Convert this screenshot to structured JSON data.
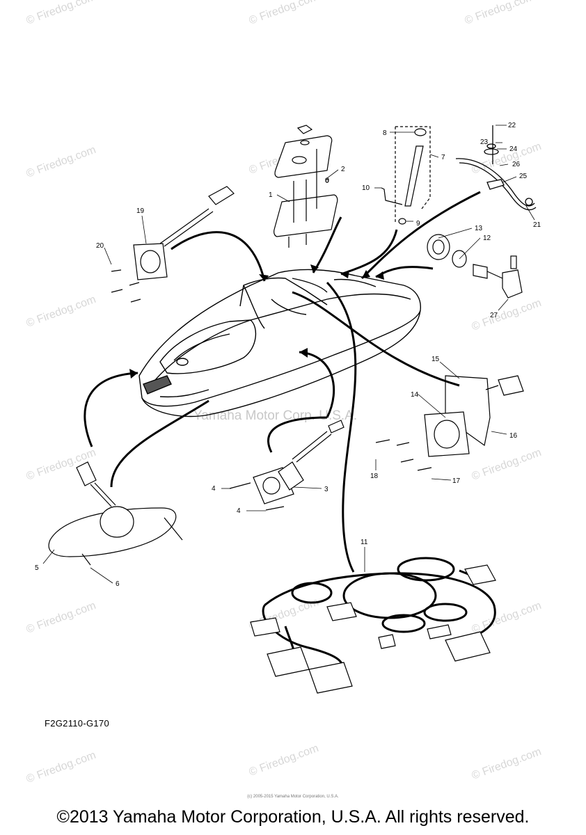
{
  "diagram": {
    "callouts": [
      {
        "id": "c1",
        "text": "1"
      },
      {
        "id": "c2",
        "text": "2"
      },
      {
        "id": "c3",
        "text": "3"
      },
      {
        "id": "c4a",
        "text": "4"
      },
      {
        "id": "c4b",
        "text": "4"
      },
      {
        "id": "c5",
        "text": "5"
      },
      {
        "id": "c6",
        "text": "6"
      },
      {
        "id": "c7",
        "text": "7"
      },
      {
        "id": "c8",
        "text": "8"
      },
      {
        "id": "c9",
        "text": "9"
      },
      {
        "id": "c10",
        "text": "10"
      },
      {
        "id": "c11",
        "text": "11"
      },
      {
        "id": "c12",
        "text": "12"
      },
      {
        "id": "c13",
        "text": "13"
      },
      {
        "id": "c14",
        "text": "14"
      },
      {
        "id": "c15",
        "text": "15"
      },
      {
        "id": "c16",
        "text": "16"
      },
      {
        "id": "c17",
        "text": "17"
      },
      {
        "id": "c18",
        "text": "18"
      },
      {
        "id": "c19",
        "text": "19"
      },
      {
        "id": "c20",
        "text": "20"
      },
      {
        "id": "c21",
        "text": "21"
      },
      {
        "id": "c22",
        "text": "22"
      },
      {
        "id": "c23",
        "text": "23"
      },
      {
        "id": "c24",
        "text": "24"
      },
      {
        "id": "c25",
        "text": "25"
      },
      {
        "id": "c26",
        "text": "26"
      },
      {
        "id": "c27",
        "text": "27"
      }
    ],
    "watermark_text": "© Firedog.com",
    "center_watermark": "Yamaha Motor Corp. U.S.A.",
    "diagram_code": "F2G2110-G170",
    "fine_print": "(c) 2005-2015 Yamaha Motor Corporation, U.S.A.",
    "copyright": "©2013 Yamaha Motor Corporation, U.S.A. All rights reserved."
  }
}
